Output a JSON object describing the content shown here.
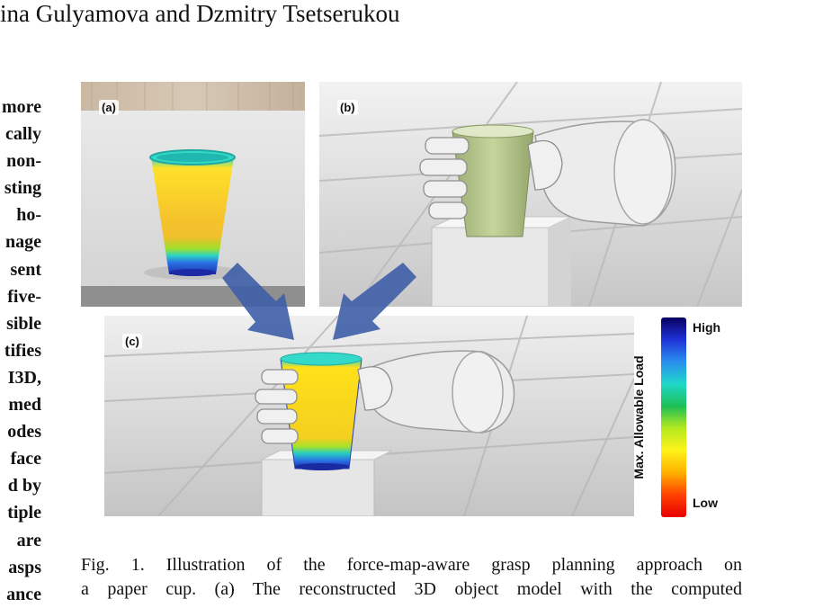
{
  "header": {
    "authors": "ina Gulyamova and Dzmitry Tsetserukou"
  },
  "left_column": {
    "lines": [
      "more",
      "cally",
      "non-",
      "sting",
      "ho-",
      "nage",
      "sent",
      "five-",
      "sible",
      "tifies",
      "I3D,",
      "med",
      "odes",
      "face",
      "d by",
      "tiple",
      "are",
      "asps",
      "ance"
    ]
  },
  "figure": {
    "panels": {
      "a": "(a)",
      "b": "(b)",
      "c": "(c)"
    },
    "colorbar": {
      "title": "Max. Allowable Load",
      "high": "High",
      "low": "Low",
      "colors": [
        "#080060",
        "#1f33d8",
        "#2a8fef",
        "#1fd8c9",
        "#1ebf55",
        "#b6ea20",
        "#fff21a",
        "#ffb000",
        "#ff4000",
        "#e80000"
      ]
    },
    "arrow_color": "#3e5ea8"
  },
  "caption": {
    "line1": "Fig. 1.   Illustration of the force-map-aware grasp planning approach on",
    "line2": "a paper cup. (a) The reconstructed 3D object model with the computed"
  }
}
